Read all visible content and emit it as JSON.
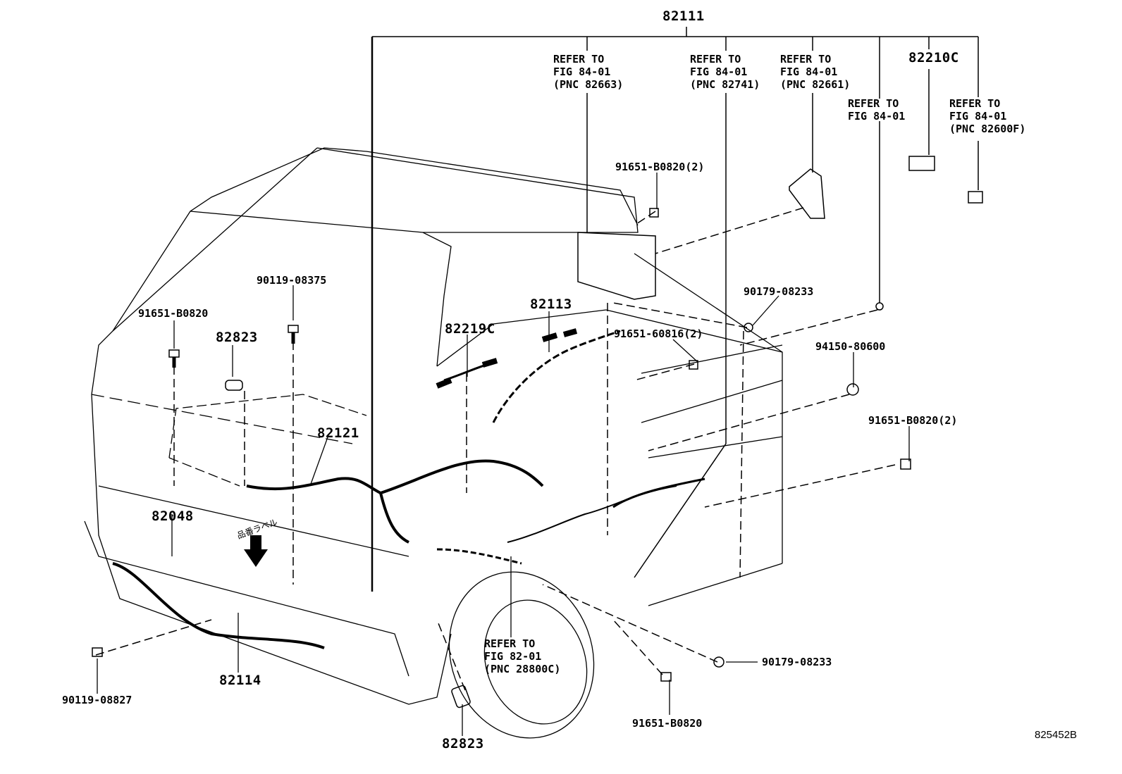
{
  "top_part": "82111",
  "refs": [
    {
      "line1": "REFER TO",
      "line2": "FIG 84-01",
      "line3": "(PNC 82663)"
    },
    {
      "line1": "REFER TO",
      "line2": "FIG 84-01",
      "line3": "(PNC 82741)"
    },
    {
      "line1": "REFER TO",
      "line2": "FIG 84-01",
      "line3": "(PNC 82661)"
    },
    {
      "line1": "REFER TO",
      "line2": "FIG 84-01"
    },
    {
      "line1": "REFER TO",
      "line2": "FIG 84-01",
      "line3": "(PNC 82600F)"
    },
    {
      "line1": "REFER TO",
      "line2": "FIG 82-01",
      "line3": "(PNC 28800C)"
    }
  ],
  "parts": {
    "p82210C": "82210C",
    "p91651_B0820_2_top": "91651-B0820(2)",
    "p90179_08233_top": "90179-08233",
    "p91651_60816_2": "91651-60816(2)",
    "p94150_80600": "94150-80600",
    "p91651_B0820_2_right": "91651-B0820(2)",
    "p90179_08233_bottom": "90179-08233",
    "p91651_B0820_bottom": "91651-B0820",
    "p82823_bottom": "82823",
    "p90119_08827": "90119-08827",
    "p82114": "82114",
    "p82048": "82048",
    "p91651_B0820_left": "91651-B0820",
    "p82823_top": "82823",
    "p90119_08375": "90119-08375",
    "p82121": "82121",
    "p82219C": "82219C",
    "p82113": "82113"
  },
  "label_text": "品番ラベル",
  "figure_id": "825452B"
}
